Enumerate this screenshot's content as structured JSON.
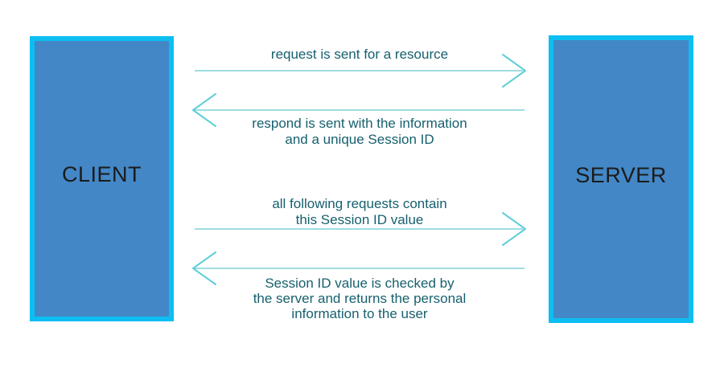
{
  "diagram": {
    "client_label": "CLIENT",
    "server_label": "SERVER",
    "messages": [
      {
        "from": "client",
        "to": "server",
        "lines": [
          "request is sent for a resource"
        ]
      },
      {
        "from": "server",
        "to": "client",
        "lines": [
          "respond is sent with the information",
          "and a unique Session ID"
        ]
      },
      {
        "from": "client",
        "to": "server",
        "lines": [
          "all following requests contain",
          "this Session ID value"
        ]
      },
      {
        "from": "server",
        "to": "client",
        "lines": [
          "Session ID value is checked by",
          "the server and returns the personal",
          "information to the user"
        ]
      }
    ],
    "colors": {
      "box_fill": "#4387c6",
      "box_border": "#0cbef2",
      "arrow_line": "#9edde2",
      "arrow_head": "#5fced8",
      "message_text": "#16606e",
      "entity_text": "#1b1b1b",
      "background": "#ffffff"
    }
  }
}
